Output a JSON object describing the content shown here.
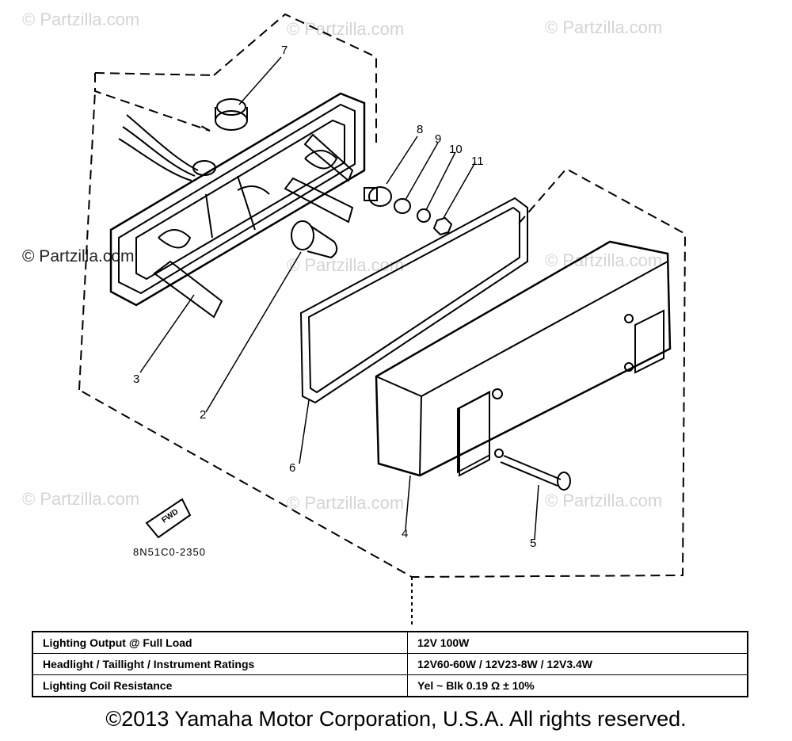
{
  "watermarks": [
    "© Partzilla.com",
    "© Partzilla.com",
    "© Partzilla.com",
    "© Partzilla.com",
    "© Partzilla.com",
    "© Partzilla.com",
    "© Partzilla.com",
    "© Partzilla.com",
    "© Partzilla.com"
  ],
  "callouts": [
    "7",
    "8",
    "9",
    "10",
    "11",
    "3",
    "2",
    "6",
    "4",
    "5"
  ],
  "front_arrow_label": "FWD",
  "part_code": "8N51C0-2350",
  "specs": [
    {
      "label": "Lighting Output @ Full Load",
      "value": "12V 100W"
    },
    {
      "label": "Headlight / Taillight / Instrument Ratings",
      "value": "12V60-60W / 12V23-8W / 12V3.4W"
    },
    {
      "label": "Lighting Coil Resistance",
      "value": "Yel ~ Blk 0.19 Ω ± 10%"
    }
  ],
  "copyright": "©2013 Yamaha Motor Corporation, U.S.A. All rights reserved."
}
